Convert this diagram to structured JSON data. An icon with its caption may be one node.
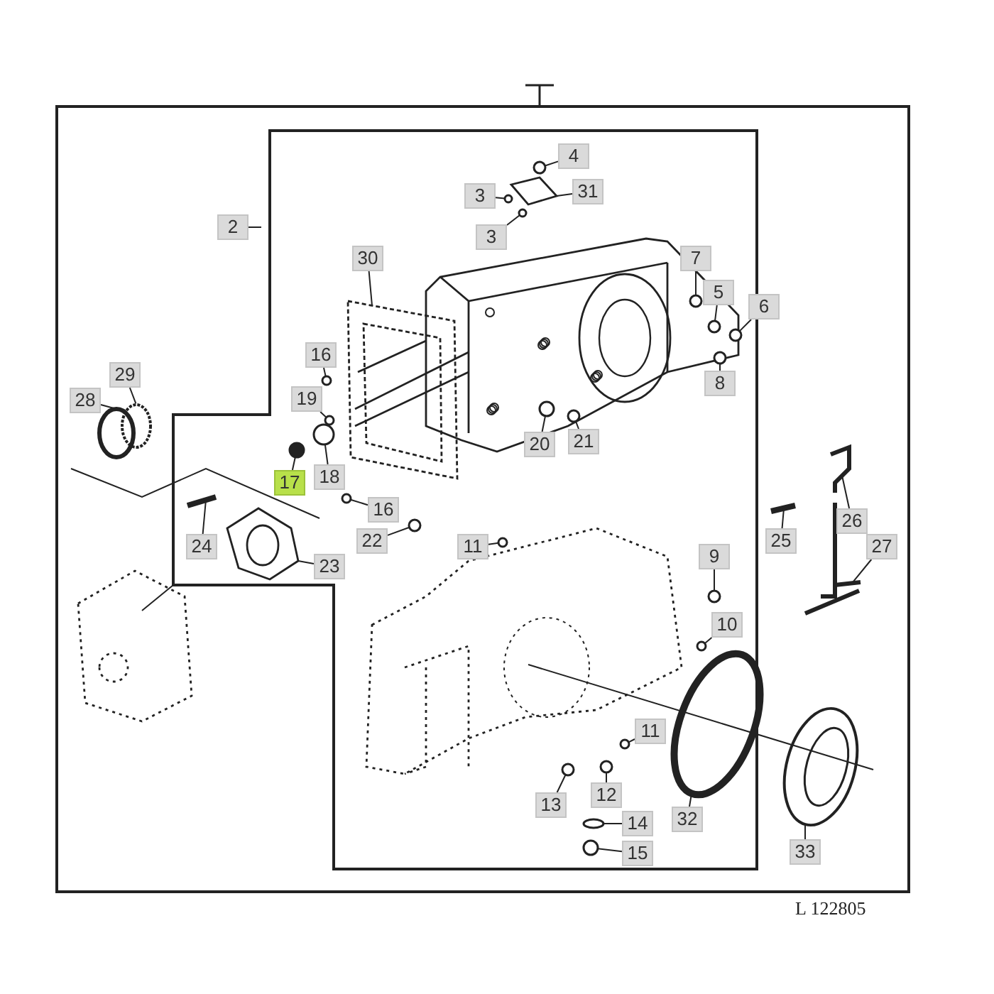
{
  "diagram": {
    "nodes": [
      {
        "text": [
          "4"
        ]
      },
      {
        "text": [
          "31"
        ]
      },
      {
        "text": [
          "3"
        ]
      },
      {
        "text": [
          "3"
        ]
      },
      {
        "text": [
          "2"
        ]
      },
      {
        "text": [
          "30"
        ]
      },
      {
        "text": [
          "7"
        ]
      },
      {
        "text": [
          "5"
        ]
      },
      {
        "text": [
          "6"
        ]
      },
      {
        "text": [
          "16"
        ]
      },
      {
        "text": [
          "19"
        ]
      },
      {
        "text": [
          "8"
        ]
      },
      {
        "text": [
          "28"
        ]
      },
      {
        "text": [
          "29"
        ]
      },
      {
        "text": [
          "20"
        ]
      },
      {
        "text": [
          "21"
        ]
      },
      {
        "text": [
          "17"
        ]
      },
      {
        "text": [
          "18"
        ]
      },
      {
        "text": [
          "16"
        ]
      },
      {
        "text": [
          "22"
        ]
      },
      {
        "text": [
          "26"
        ]
      },
      {
        "text": [
          "24"
        ]
      },
      {
        "text": [
          "11"
        ]
      },
      {
        "text": [
          "25"
        ]
      },
      {
        "text": [
          "27"
        ]
      },
      {
        "text": [
          "23"
        ]
      },
      {
        "text": [
          "9"
        ]
      },
      {
        "text": [
          "10"
        ]
      },
      {
        "text": [
          "11"
        ]
      },
      {
        "text": [
          "13"
        ]
      },
      {
        "text": [
          "12"
        ]
      },
      {
        "text": [
          "14"
        ]
      },
      {
        "text": [
          "32"
        ]
      },
      {
        "text": [
          "15"
        ]
      },
      {
        "text": [
          "33"
        ]
      },
      {
        "text": [],
        "shape": "circle"
      },
      {
        "text": [],
        "shape": "picture"
      },
      {
        "text": [],
        "shape": "circle"
      },
      {
        "text": [],
        "shape": "circle"
      },
      {
        "text": [],
        "shape": "picture"
      },
      {
        "text": [],
        "shape": "circle"
      },
      {
        "text": [],
        "shape": "circle"
      },
      {
        "text": [],
        "shape": "circle"
      },
      {
        "text": [],
        "shape": "circle"
      },
      {
        "text": [],
        "shape": "circle"
      },
      {
        "text": [],
        "shape": "circle"
      },
      {
        "text": [],
        "shape": "circle"
      },
      {
        "text": [],
        "shape": "circle"
      },
      {
        "text": [],
        "shape": "circle"
      },
      {
        "text": [],
        "shape": "circle"
      },
      {
        "text": [],
        "shape": "circle"
      },
      {
        "text": [],
        "shape": "circle"
      },
      {
        "text": [],
        "shape": "circle"
      },
      {
        "text": [],
        "shape": "circle"
      },
      {
        "text": [],
        "shape": "picture"
      },
      {
        "text": [],
        "shape": "picture"
      },
      {
        "text": [],
        "shape": "circle"
      },
      {
        "text": [],
        "shape": "picture"
      },
      {
        "text": [],
        "shape": "picture"
      },
      {
        "text": [],
        "shape": "picture"
      },
      {
        "text": [],
        "shape": "circle"
      },
      {
        "text": [],
        "shape": "circle"
      },
      {
        "text": [],
        "shape": "circle"
      },
      {
        "text": [],
        "shape": "circle"
      },
      {
        "text": [],
        "shape": "circle"
      },
      {
        "text": [],
        "shape": "circle"
      },
      {
        "text": [],
        "shape": "circle"
      },
      {
        "text": [],
        "shape": "circle"
      },
      {
        "text": [],
        "shape": "picture"
      }
    ],
    "edges": [
      {
        "from": 0,
        "to": 35,
        "arrow": "none"
      },
      {
        "from": 1,
        "to": 36,
        "arrow": "none"
      },
      {
        "from": 2,
        "to": 37,
        "arrow": "none"
      },
      {
        "from": 3,
        "to": 38,
        "arrow": "none"
      },
      {
        "from": 4,
        "to": null,
        "arrow": "none"
      },
      {
        "from": 5,
        "to": 39,
        "arrow": "none"
      },
      {
        "from": 6,
        "to": 40,
        "arrow": "none"
      },
      {
        "from": 7,
        "to": 41,
        "arrow": "none"
      },
      {
        "from": 8,
        "to": 42,
        "arrow": "none"
      },
      {
        "from": 9,
        "to": 43,
        "arrow": "none"
      },
      {
        "from": 10,
        "to": 44,
        "arrow": "none"
      },
      {
        "from": 11,
        "to": 45,
        "arrow": "none"
      },
      {
        "from": 12,
        "to": 46,
        "arrow": "none"
      },
      {
        "from": 13,
        "to": 47,
        "arrow": "none"
      },
      {
        "from": 14,
        "to": 48,
        "arrow": "none"
      },
      {
        "from": 15,
        "to": 49,
        "arrow": "none"
      },
      {
        "from": 16,
        "to": 50,
        "arrow": "none"
      },
      {
        "from": 17,
        "to": 51,
        "arrow": "none"
      },
      {
        "from": 18,
        "to": 52,
        "arrow": "none"
      },
      {
        "from": 19,
        "to": 53,
        "arrow": "none"
      },
      {
        "from": 20,
        "to": 54,
        "arrow": "none"
      },
      {
        "from": 21,
        "to": 55,
        "arrow": "none"
      },
      {
        "from": 22,
        "to": 56,
        "arrow": "none"
      },
      {
        "from": 23,
        "to": 57,
        "arrow": "none"
      },
      {
        "from": 24,
        "to": 58,
        "arrow": "none"
      },
      {
        "from": 25,
        "to": 59,
        "arrow": "none"
      },
      {
        "from": 26,
        "to": 60,
        "arrow": "none"
      },
      {
        "from": 27,
        "to": 61,
        "arrow": "none"
      },
      {
        "from": 28,
        "to": 62,
        "arrow": "none"
      },
      {
        "from": 29,
        "to": 63,
        "arrow": "none"
      },
      {
        "from": 30,
        "to": 64,
        "arrow": "none"
      },
      {
        "from": 31,
        "to": 65,
        "arrow": "none"
      },
      {
        "from": 32,
        "to": 66,
        "arrow": "none"
      },
      {
        "from": 33,
        "to": 67,
        "arrow": "none"
      },
      {
        "from": 34,
        "to": 68,
        "arrow": "none"
      }
    ],
    "labels": [
      "L 122805"
    ]
  }
}
